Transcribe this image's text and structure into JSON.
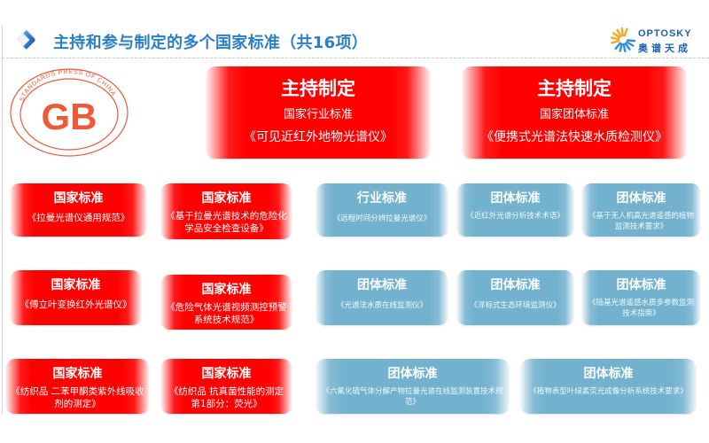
{
  "header": {
    "title": "主持和参与制定的多个国家标准（共16项）",
    "nav_icon": "chevron-right-icon",
    "logo": {
      "en": "OPTOSKY",
      "cn": "奥谱天成",
      "icon": "sunburst-logo-icon"
    }
  },
  "gb_logo": {
    "letters": "GB",
    "ring_text": "STANDARDS PRESS OF CHINA",
    "color": "#ee5a35"
  },
  "colors": {
    "title": "#2a7fc9",
    "red": "#ff0000",
    "blue": "#72b2ce",
    "logo_blue": "#1d5fb3"
  },
  "lead": [
    {
      "heading": "主持制定",
      "category": "国家行业标准",
      "name": "《可见近红外地物光谱仪》"
    },
    {
      "heading": "主持制定",
      "category": "国家团体标准",
      "name": "《便携式光谱法快速水质检测仪》"
    }
  ],
  "standards": [
    {
      "type": "国家标准",
      "name": "《拉曼光谱仪通用规范》",
      "color": "red"
    },
    {
      "type": "国家标准",
      "name": "《基于拉曼光谱技术的危险化学品安全检查设备》",
      "color": "red"
    },
    {
      "type": "行业标准",
      "name": "《远程时间分辨拉曼光谱仪》",
      "color": "blue"
    },
    {
      "type": "团体标准",
      "name": "《近红外光谱分析技术术语》",
      "color": "blue"
    },
    {
      "type": "团体标准",
      "name": "《基于无人机高光谱遥感的植物监测技术要求》",
      "color": "blue"
    },
    {
      "type": "国家标准",
      "name": "《傅立叶变换红外光谱仪》",
      "color": "red"
    },
    {
      "type": "国家标准",
      "name": "《危险气体光谱视频测控预警系统技术规范》",
      "color": "red"
    },
    {
      "type": "团体标准",
      "name": "《光谱法水质在线监测仪》",
      "color": "blue"
    },
    {
      "type": "团体标准",
      "name": "《浮标式生态环境监测仪》",
      "color": "blue"
    },
    {
      "type": "团体标准",
      "name": "《陆基光谱遥感水质多参数监测技术指南》",
      "color": "blue"
    },
    {
      "type": "国家标准",
      "name": "《纺织品 二苯甲酮类紫外线吸收剂的测定》",
      "color": "red"
    },
    {
      "type": "国家标准",
      "name": "《纺织品 抗真菌性能的测定 第1部分：荧光》",
      "color": "red"
    },
    {
      "type": "团体标准",
      "name": "《六氟化硫气体分解产物拉曼光谱在线监测装置技术规范》",
      "color": "blue"
    },
    {
      "type": "团体标准",
      "name": "《植物表型叶绿素荧光成像分析系统技术要求》",
      "color": "blue"
    }
  ]
}
